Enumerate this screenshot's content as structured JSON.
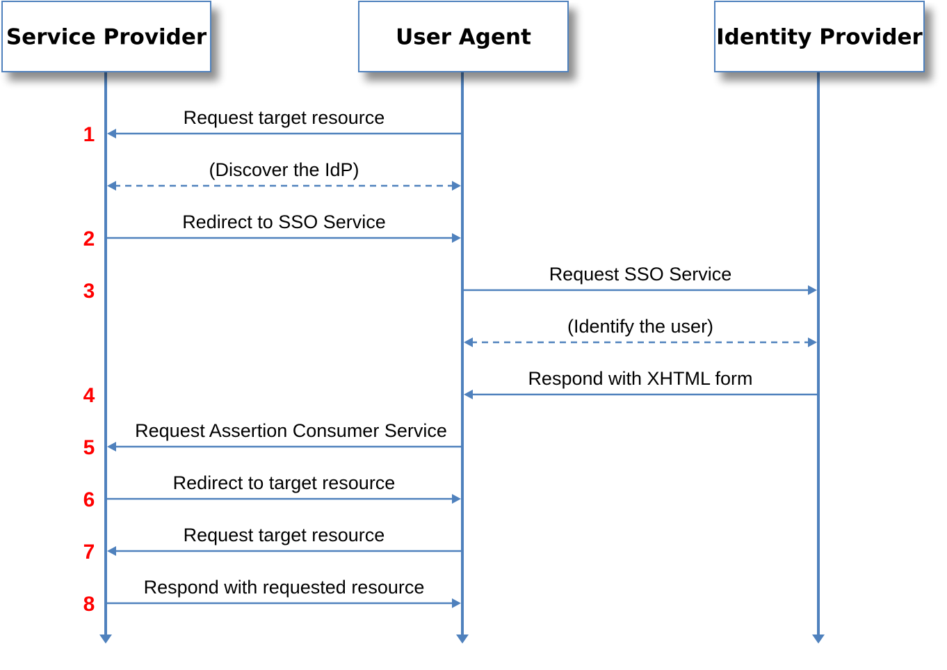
{
  "colors": {
    "line": "#4f81bd",
    "box_border": "#4f81bd",
    "box_fill": "#ffffff",
    "step_number": "#ff0000",
    "text": "#000000"
  },
  "actors": [
    {
      "id": "sp",
      "name": "Service Provider"
    },
    {
      "id": "ua",
      "name": "User Agent"
    },
    {
      "id": "idp",
      "name": "Identity Provider"
    }
  ],
  "messages": [
    {
      "step": "1",
      "label": "Request target resource",
      "from": "ua",
      "to": "sp",
      "style": "solid"
    },
    {
      "step": "",
      "label": "(Discover the IdP)",
      "from": "sp",
      "to": "ua",
      "style": "dashed-bidirectional"
    },
    {
      "step": "2",
      "label": "Redirect to SSO Service",
      "from": "sp",
      "to": "ua",
      "style": "solid"
    },
    {
      "step": "3",
      "label": "Request SSO Service",
      "from": "ua",
      "to": "idp",
      "style": "solid"
    },
    {
      "step": "",
      "label": "(Identify the user)",
      "from": "ua",
      "to": "idp",
      "style": "dashed-bidirectional"
    },
    {
      "step": "4",
      "label": "Respond with XHTML form",
      "from": "idp",
      "to": "ua",
      "style": "solid"
    },
    {
      "step": "5",
      "label": "Request Assertion Consumer Service",
      "from": "ua",
      "to": "sp",
      "style": "solid"
    },
    {
      "step": "6",
      "label": "Redirect to target resource",
      "from": "sp",
      "to": "ua",
      "style": "solid"
    },
    {
      "step": "7",
      "label": "Request target resource",
      "from": "ua",
      "to": "sp",
      "style": "solid"
    },
    {
      "step": "8",
      "label": "Respond with requested resource",
      "from": "sp",
      "to": "ua",
      "style": "solid"
    }
  ]
}
